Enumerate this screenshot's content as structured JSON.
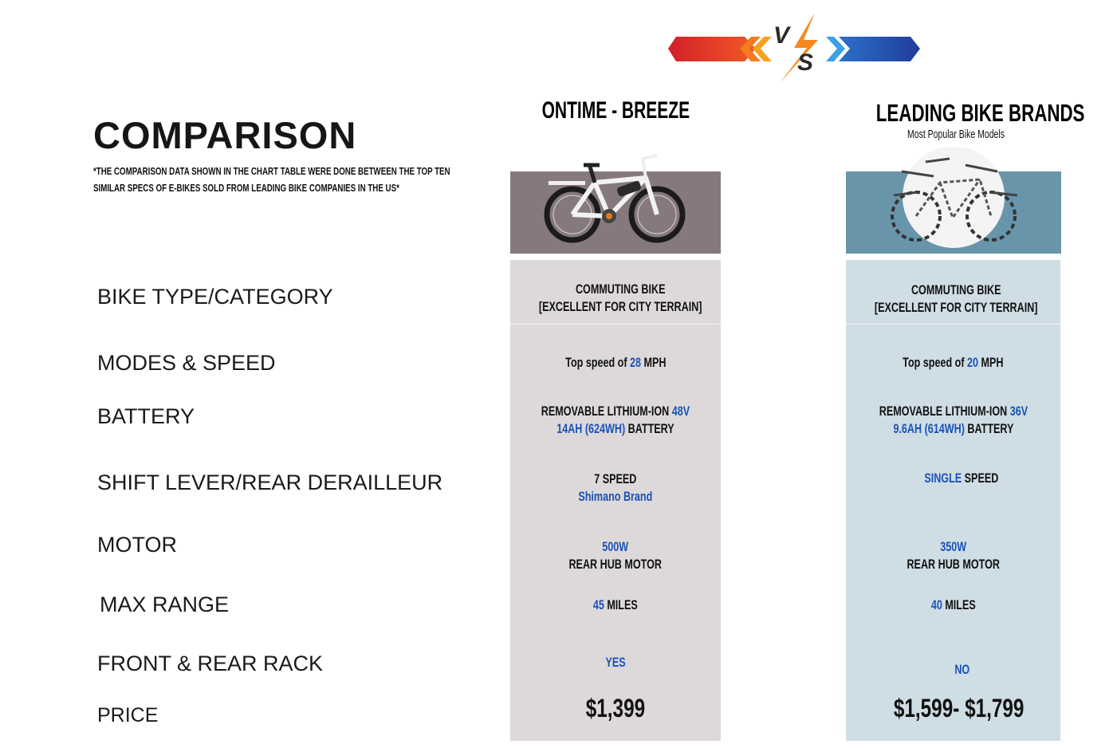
{
  "banner": {
    "letter_v": "V",
    "letter_s": "S",
    "left_color": "#d31f2a",
    "right_color": "#1f3d9c",
    "bolt_color": "#f6881f"
  },
  "title": "COMPARISON",
  "note_line1": "*THE COMPARISON DATA SHOWN IN THE CHART TABLE WERE DONE BETWEEN THE TOP TEN",
  "note_line2": "SIMILAR SPECS OF E-BIKES SOLD FROM LEADING BIKE COMPANIES IN THE US*",
  "ontime": {
    "heading": "ONTIME - BREEZE",
    "panel_color": "#ddd9da"
  },
  "leading": {
    "heading": "LEADING BIKE BRANDS",
    "subheading": "Most Popular Bike Models",
    "panel_color": "#cfdde4"
  },
  "rows": {
    "bike_type": {
      "label": "BIKE TYPE/CATEGORY",
      "ontime": {
        "line1": "COMMUTING BIKE",
        "line2": "[EXCELLENT FOR CITY TERRAIN]"
      },
      "leading": {
        "line1": "COMMUTING BIKE",
        "line2": "[EXCELLENT FOR CITY TERRAIN]"
      }
    },
    "modes_speed": {
      "label": "MODES & SPEED",
      "ontime": {
        "pre": "Top speed of ",
        "value": "28",
        "post": " MPH"
      },
      "leading": {
        "pre": "Top speed of ",
        "value": "20",
        "post": " MPH"
      }
    },
    "battery": {
      "label": "BATTERY",
      "ontime": {
        "pre": "REMOVABLE LITHIUM-ION ",
        "voltage": "48V",
        "capacity": "14AH (624WH)",
        "post": " BATTERY"
      },
      "leading": {
        "pre": "REMOVABLE LITHIUM-ION ",
        "voltage": "36V",
        "capacity": "9.6AH (614WH)",
        "post": " BATTERY"
      }
    },
    "shift_lever": {
      "label": "SHIFT LEVER/REAR DERAILLEUR",
      "ontime": {
        "value": "7",
        "post": " SPEED",
        "brand": "Shimano Brand"
      },
      "leading": {
        "value": "SINGLE",
        "post": " SPEED"
      }
    },
    "motor": {
      "label": "MOTOR",
      "ontime": {
        "power": "500W",
        "type": "REAR HUB MOTOR"
      },
      "leading": {
        "power": "350W",
        "type": "REAR HUB MOTOR"
      }
    },
    "max_range": {
      "label": "MAX RANGE",
      "ontime": {
        "value": "45",
        "post": " MILES"
      },
      "leading": {
        "value": "40",
        "post": " MILES"
      }
    },
    "rack": {
      "label": "FRONT & REAR RACK",
      "ontime": {
        "value": "YES"
      },
      "leading": {
        "value": "NO"
      }
    },
    "price": {
      "label": "PRICE",
      "ontime": {
        "value": "$1,399"
      },
      "leading": {
        "value": "$1,599- $1,799"
      }
    }
  },
  "accent_color": "#1a52b8"
}
